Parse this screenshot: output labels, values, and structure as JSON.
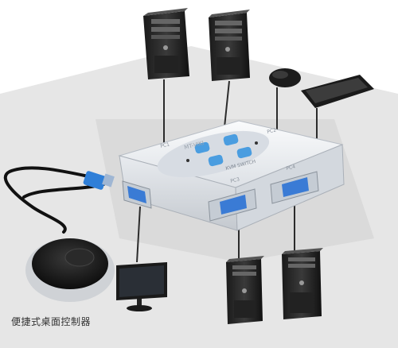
{
  "caption": "便捷式桌面控制器",
  "device": {
    "brand": "MT-VIKI",
    "model": "KVM SWITCH",
    "port_pc3": "PC3",
    "port_pc4": "PC4",
    "port_pc1": "PC1",
    "port_pc2": "PC2"
  },
  "colors": {
    "switch_body": "#eef0f3",
    "buttons": "#4a9de0",
    "cable": "#111111",
    "vga_port": "#3a7bd5",
    "floor": "#d8d8d8"
  }
}
